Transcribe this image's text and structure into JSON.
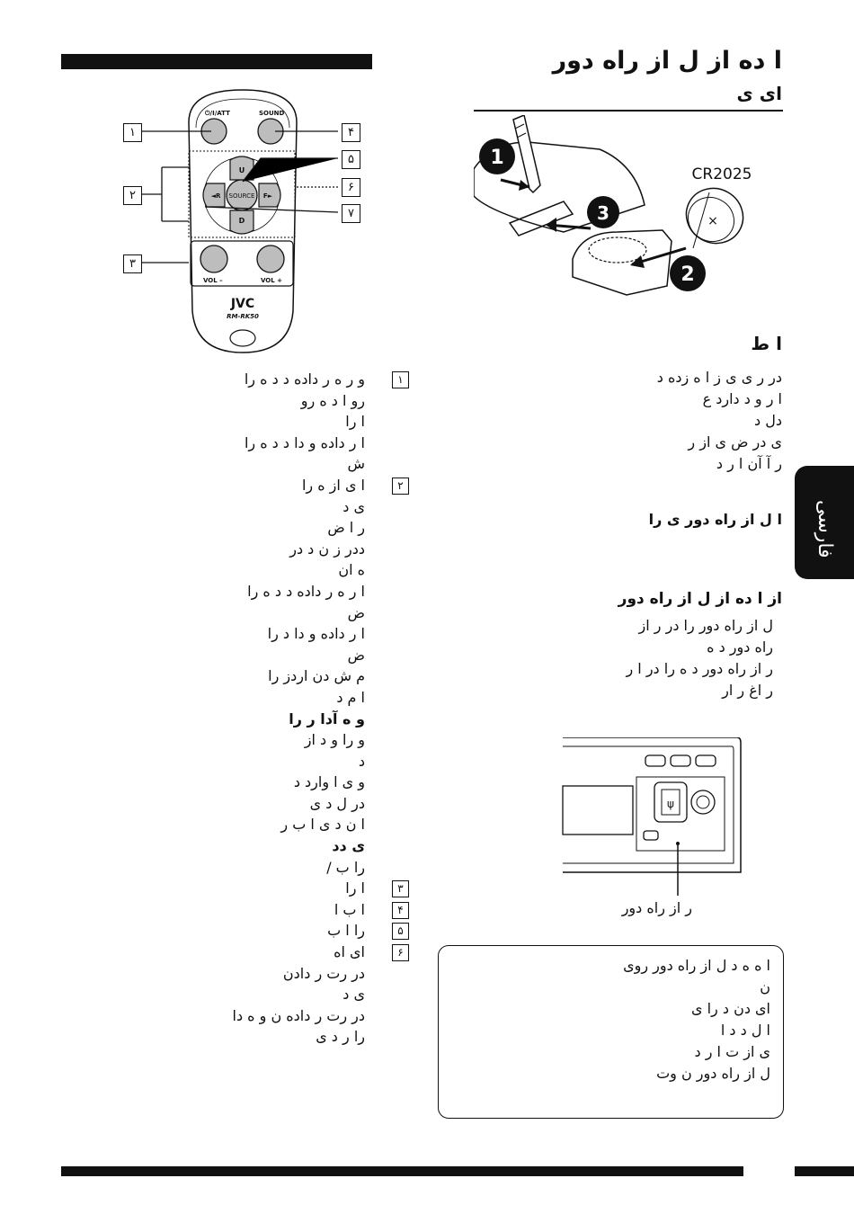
{
  "page_title": "ا          ده از          ل از راه دور",
  "page_subtitle": "ای                    ی",
  "battery_label": "CR2025",
  "battery_steps": [
    "1",
    "3",
    "2"
  ],
  "warning_heading": "ا          ط",
  "warning_lines": [
    "در         ر ی         ی    ز  ا       ه     زده      د",
    "ا      ر و      د دارد          ع",
    "دل                      د",
    "ی        در         ض         ی       از                      ر",
    "ر              آ         آن    ا ر       د"
  ],
  "step_heading": "ا                                           ل از راه دور               ی را",
  "usage_heading": "از ا          ده از          ل از راه دور",
  "usage_lines": [
    "ل از راه دور را             در                        ر از",
    "راه دور د         ه",
    "ر از راه دور د         ه را در     ا        ر",
    "ر              اغ           ر              ار"
  ],
  "sensor_caption": "ر از راه دور",
  "note_lines": [
    "ا          ه              ه         د          ل از راه دور روی",
    "ن",
    "ای                    دن      د          را          ی",
    "ا          ل         د          د          ا",
    "ی از          ت          ا                              ر    د",
    "ل از راه دور          ن          وت"
  ],
  "tab_text": "فارسی",
  "remote": {
    "btn_att": "⏻/I/ATT",
    "btn_sound": "SOUND",
    "btn_source": "SOURCE",
    "btn_up": "U",
    "btn_down": "D",
    "btn_r": "◄R",
    "btn_f": "F►",
    "btn_vol_minus": "VOL –",
    "btn_vol_plus": "VOL +",
    "brand": "JVC",
    "model": "RM-RK50"
  },
  "callouts": [
    "۱",
    "۲",
    "۳",
    "۴",
    "۵",
    "۶",
    "۷"
  ],
  "items": [
    {
      "num": "۱",
      "lines": [
        {
          "t": "و          ر      ه     ر داده    د د      ه را"
        },
        {
          "t": "رو              ا     د     ه رو"
        },
        {
          "t": "ا را"
        },
        {
          "t": "ا          ر داده و      دا       د د      ه را"
        },
        {
          "t": "ش"
        }
      ]
    },
    {
      "num": "۲",
      "lines": [
        {
          "t": "ا                    ی از           ه                      را"
        },
        {
          "t": "ی د"
        },
        {
          "t": "ر ا     ض"
        },
        {
          "t": "ددر ز    ن        د                 در"
        },
        {
          "t": "ه           ان"
        },
        {
          "t": "ا          ر      ه     ر داده    د د      ه     را"
        },
        {
          "t": "ض"
        },
        {
          "t": "ا          ر داده و      دا       د          را"
        },
        {
          "t": "ض"
        },
        {
          "t": "م    ش     دن                       اردز    را"
        },
        {
          "t": "ا    م د"
        },
        {
          "t": "و          ه    آدا    ر را",
          "b": true
        },
        {
          "t": "و                    را و          د          از"
        },
        {
          "t": "د"
        },
        {
          "t": "و                    ی ا     وارد      د"
        },
        {
          "t": "در ل     د          ی"
        },
        {
          "t": "ا ن د     ی ا     ب          ر"
        },
        {
          "t": "ی                    دد",
          "b": true
        },
        {
          "t": "را ب    /"
        }
      ]
    },
    {
      "num": "۳",
      "lines": [
        {
          "t": "ا را"
        }
      ]
    },
    {
      "num": "۴",
      "lines": [
        {
          "t": "ا     ب          ا"
        }
      ]
    },
    {
      "num": "۵",
      "lines": [
        {
          "t": "را ا     ب"
        }
      ]
    },
    {
      "num": "۶",
      "lines": [
        {
          "t": "ای                    اه"
        },
        {
          "t": "در       رت     ر دادن"
        },
        {
          "t": "ی د"
        },
        {
          "t": "در       رت     ر داده     ن و     ه دا"
        },
        {
          "t": "را ر د     ی"
        }
      ]
    }
  ]
}
